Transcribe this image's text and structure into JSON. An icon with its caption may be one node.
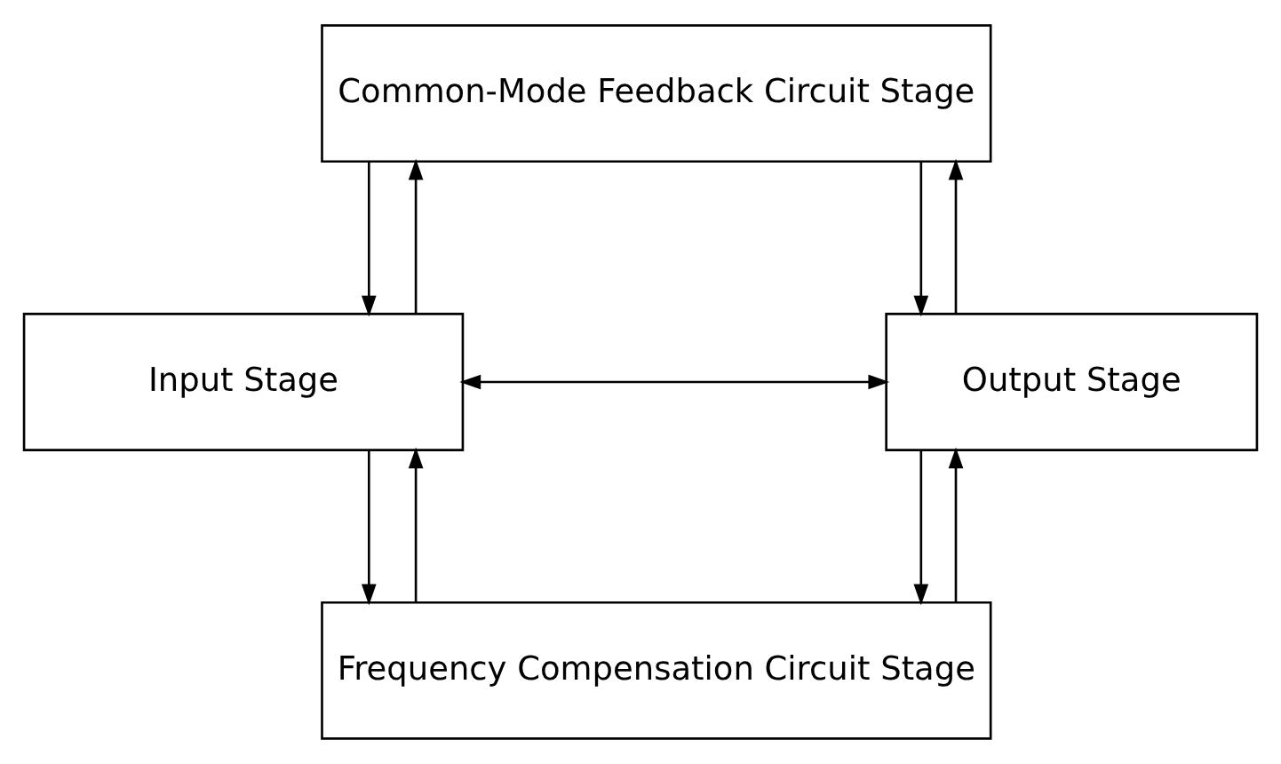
{
  "diagram": {
    "nodes": [
      {
        "text": [
          "Common-Mode Feedback Circuit Stage"
        ]
      },
      {
        "text": [
          "Input Stage"
        ]
      },
      {
        "text": [
          "Output Stage"
        ]
      },
      {
        "text": [
          "Frequency Compensation Circuit Stage"
        ]
      }
    ],
    "edges": [
      {
        "from": 1,
        "to": 0,
        "arrow": "to"
      },
      {
        "from": 0,
        "to": 1,
        "arrow": "to"
      },
      {
        "from": 0,
        "to": 2,
        "arrow": "to"
      },
      {
        "from": 2,
        "to": 0,
        "arrow": "to"
      },
      {
        "from": 1,
        "to": 2,
        "arrow": "both"
      },
      {
        "from": 1,
        "to": 3,
        "arrow": "to"
      },
      {
        "from": 3,
        "to": 1,
        "arrow": "to"
      },
      {
        "from": 3,
        "to": 2,
        "arrow": "to"
      },
      {
        "from": 2,
        "to": 3,
        "arrow": "to"
      }
    ]
  }
}
